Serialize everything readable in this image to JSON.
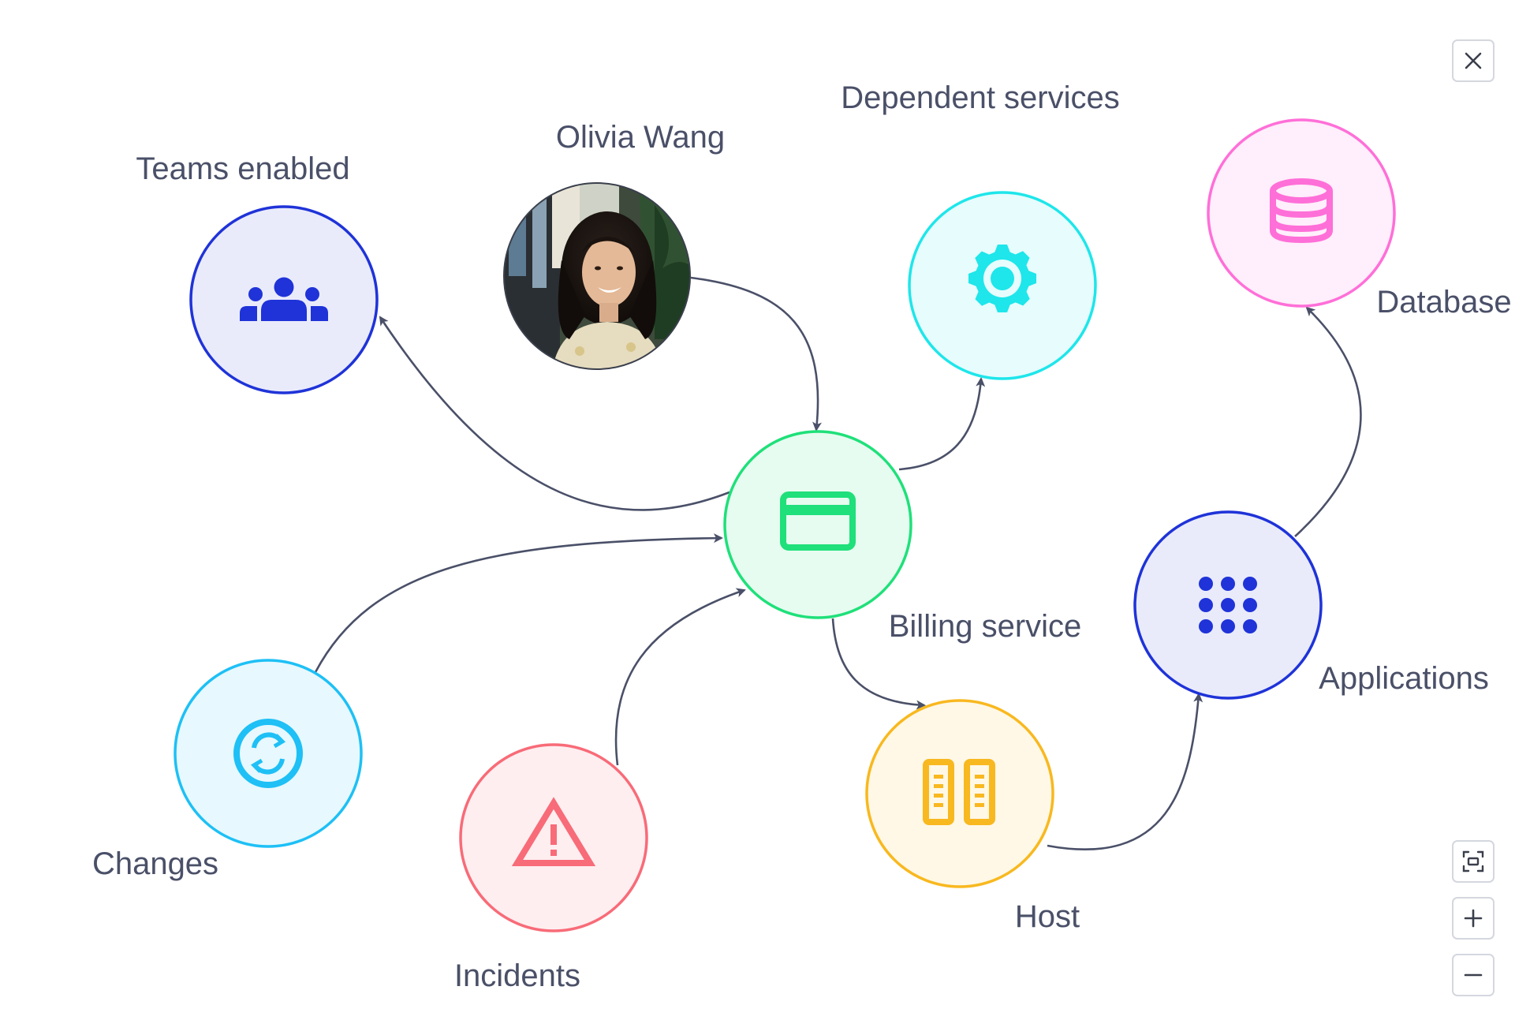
{
  "nodes": {
    "teams": {
      "label": "Teams enabled",
      "icon": "users-group-icon",
      "color": "#1f33d8",
      "fill": "#e9ebfb"
    },
    "person": {
      "label": "Olivia Wang",
      "icon": "avatar-photo"
    },
    "dependent": {
      "label": "Dependent services",
      "icon": "gear-icon",
      "color": "#1ee6ea",
      "fill": "#e6fcfd"
    },
    "database": {
      "label": "Database",
      "icon": "database-icon",
      "color": "#ff6fd8",
      "fill": "#ffeefb"
    },
    "billing": {
      "label": "Billing service",
      "icon": "credit-card-icon",
      "color": "#1fe07a",
      "fill": "#e6fcf0"
    },
    "applications": {
      "label": "Applications",
      "icon": "apps-grid-icon",
      "color": "#1f33d8",
      "fill": "#e9ebfb"
    },
    "changes": {
      "label": "Changes",
      "icon": "sync-icon",
      "color": "#1ec0f5",
      "fill": "#e7f8fe"
    },
    "incidents": {
      "label": "Incidents",
      "icon": "warning-triangle-icon",
      "color": "#f86b78",
      "fill": "#feeef0"
    },
    "host": {
      "label": "Host",
      "icon": "server-icon",
      "color": "#f8b81f",
      "fill": "#fff8e6"
    }
  },
  "edges": [
    {
      "from": "person",
      "to": "billing"
    },
    {
      "from": "billing",
      "to": "teams"
    },
    {
      "from": "billing",
      "to": "dependent"
    },
    {
      "from": "changes",
      "to": "billing"
    },
    {
      "from": "incidents",
      "to": "billing"
    },
    {
      "from": "billing",
      "to": "host"
    },
    {
      "from": "host",
      "to": "applications"
    },
    {
      "from": "applications",
      "to": "database"
    }
  ],
  "controls": {
    "close": "close-icon",
    "fit": "fit-view-icon",
    "zoom_in": "plus-icon",
    "zoom_out": "minus-icon"
  },
  "colors": {
    "edge": "#4a5068",
    "label": "#4a5068",
    "button_border": "#d4d7de"
  }
}
